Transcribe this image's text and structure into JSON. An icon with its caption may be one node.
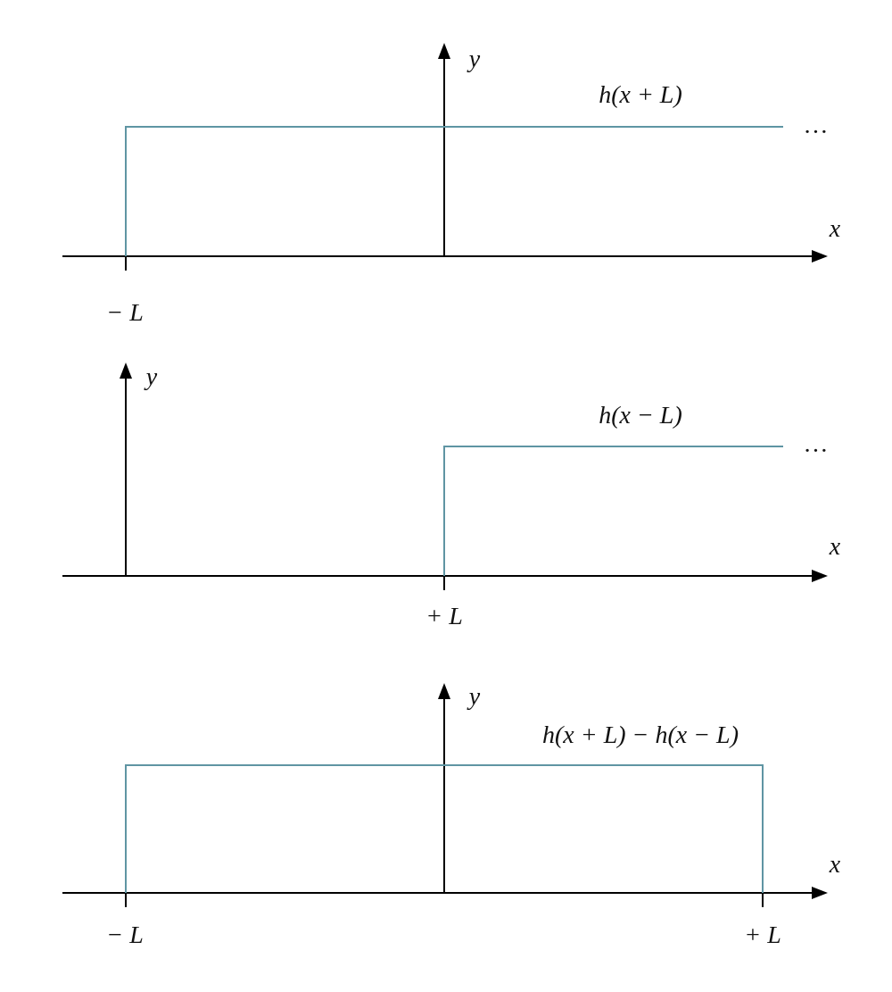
{
  "diagram": {
    "labels": [
      "y",
      "h(x + L)",
      "…",
      "x",
      "− L",
      "y",
      "h(x − L)",
      "…",
      "x",
      "+ L",
      "y",
      "h(x + L) − h(x − L)",
      "x",
      "− L",
      "+ L"
    ]
  }
}
